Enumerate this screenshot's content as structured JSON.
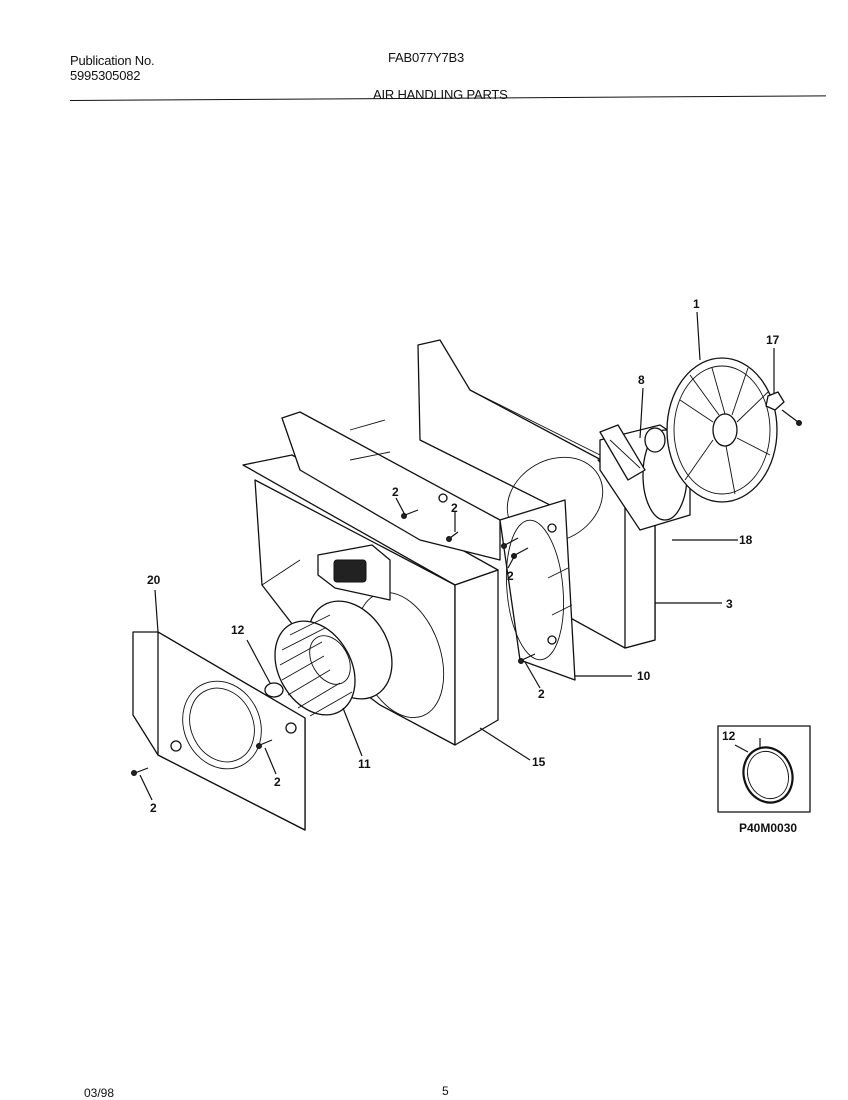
{
  "header": {
    "publication_label": "Publication No.",
    "publication_number": "5995305082",
    "model": "FAB077Y7B3",
    "section_title": "AIR HANDLING PARTS"
  },
  "footer": {
    "date": "03/98",
    "page": "5"
  },
  "diagram": {
    "figure_code": "P40M0030",
    "callouts": [
      "1",
      "17",
      "8",
      "18",
      "3",
      "10",
      "15",
      "11",
      "12",
      "20",
      "2"
    ],
    "inset_callout": "12"
  }
}
